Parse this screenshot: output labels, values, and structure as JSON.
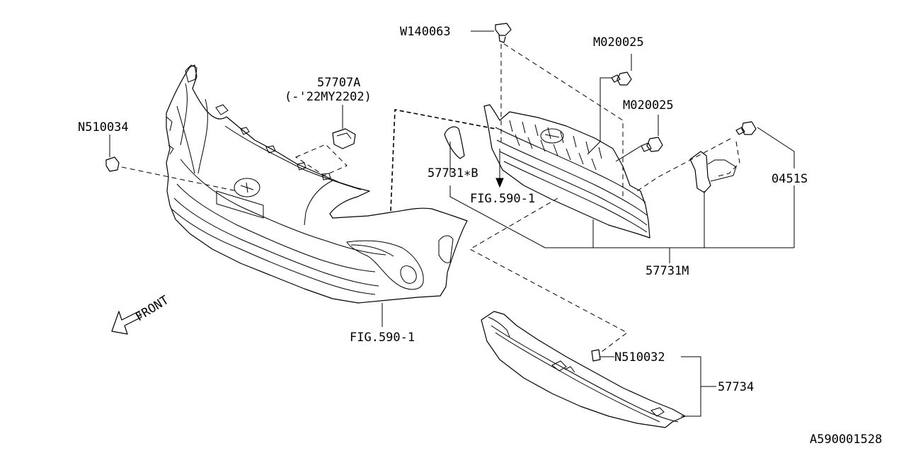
{
  "diagram": {
    "labels": {
      "w140063": "W140063",
      "m020025_top": "M020025",
      "m020025_mid": "M020025",
      "n510034": "N510034",
      "p57707a": "57707A",
      "p57707a_note": "(-'22MY2202)",
      "p57731b": "57731∗B",
      "fig5901_upper": "FIG.590-1",
      "p0451s": "0451S",
      "p57731m": "57731M",
      "fig5901_lower": "FIG.590-1",
      "n510032": "N510032",
      "p57734": "57734",
      "front": "FRONT",
      "diagram_id": "A590001528"
    }
  }
}
